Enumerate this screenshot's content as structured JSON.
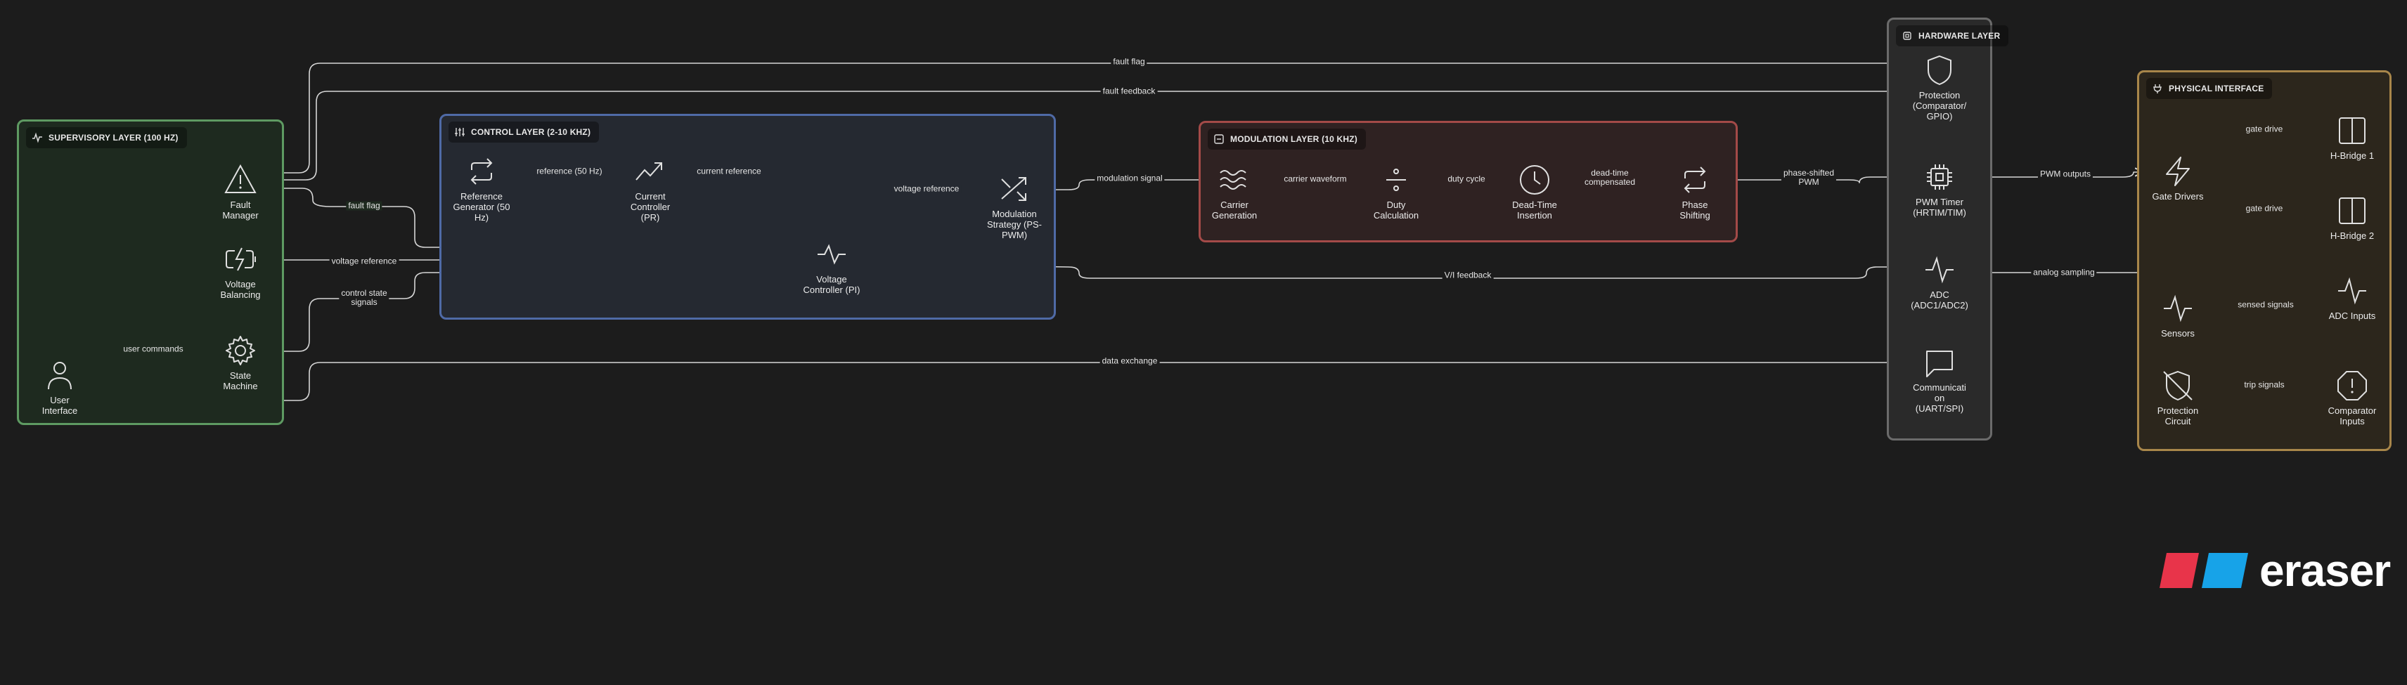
{
  "groups": {
    "supervisory": "SUPERVISORY LAYER (100 HZ)",
    "control": "CONTROL LAYER (2-10 KHZ)",
    "modulation": "MODULATION LAYER (10 KHZ)",
    "hardware": "HARDWARE LAYER",
    "physical": "PHYSICAL INTERFACE"
  },
  "nodes": {
    "fault_manager": "Fault\nManager",
    "voltage_balancing": "Voltage\nBalancing",
    "state_machine": "State\nMachine",
    "user_interface": "User\nInterface",
    "reference_generator": "Reference\nGenerator (50\nHz)",
    "current_controller": "Current\nController\n(PR)",
    "voltage_controller": "Voltage\nController (PI)",
    "modulation_strategy": "Modulation\nStrategy (PS-\nPWM)",
    "carrier_generation": "Carrier\nGeneration",
    "duty_calculation": "Duty\nCalculation",
    "dead_time_insertion": "Dead-Time\nInsertion",
    "phase_shifting": "Phase\nShifting",
    "protection": "Protection\n(Comparator/\nGPIO)",
    "pwm_timer": "PWM Timer\n(HRTIM/TIM)",
    "adc": "ADC\n(ADC1/ADC2)",
    "communication": "Communicati\non\n(UART/SPI)",
    "gate_drivers": "Gate Drivers",
    "h_bridge_1": "H-Bridge 1",
    "h_bridge_2": "H-Bridge 2",
    "adc_inputs": "ADC Inputs",
    "sensors": "Sensors",
    "protection_circuit": "Protection\nCircuit",
    "comparator_inputs": "Comparator\nInputs"
  },
  "edges": {
    "fault_flag_top": "fault flag",
    "fault_feedback": "fault feedback",
    "fault_flag_ctrl": "fault flag",
    "voltage_reference_sup": "voltage reference",
    "control_state_signals": "control state\nsignals",
    "user_commands": "user commands",
    "reference": "reference (50 Hz)",
    "current_reference": "current reference",
    "voltage_reference_ctrl": "voltage reference",
    "modulation_signal": "modulation signal",
    "carrier_waveform": "carrier waveform",
    "duty_cycle": "duty cycle",
    "dead_time_compensated": "dead-time\ncompensated",
    "phase_shifted_pwm": "phase-shifted\nPWM",
    "pwm_outputs": "PWM outputs",
    "gate_drive_1": "gate drive",
    "gate_drive_2": "gate drive",
    "vi_feedback": "V/I feedback",
    "analog_sampling": "analog sampling",
    "sensed_signals": "sensed signals",
    "trip_signals": "trip signals",
    "data_exchange": "data exchange"
  },
  "colors": {
    "background": "#1c1c1c",
    "supervisory": "#5e9a62",
    "control": "#4f6aa6",
    "modulation": "#a34a48",
    "hardware": "#6b6b6b",
    "physical": "#a8864a",
    "edge": "#d6d6d6"
  },
  "logo": {
    "word": "eraser"
  }
}
